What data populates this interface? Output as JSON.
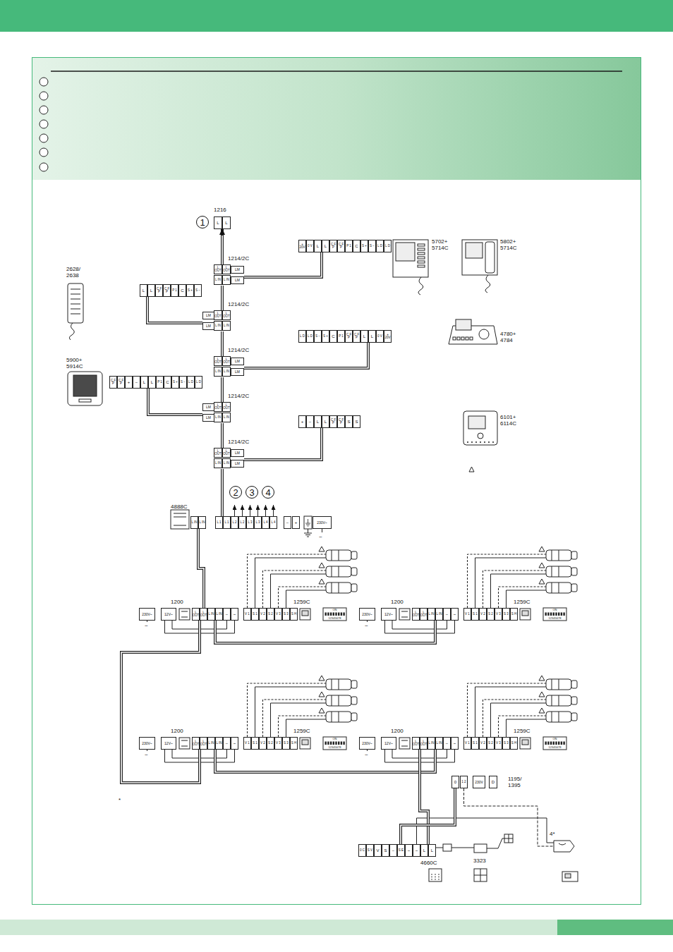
{
  "diagram": {
    "nodes": [
      {
        "text": [
          "1"
        ]
      },
      {
        "text": [
          "1216",
          "L",
          "L"
        ]
      },
      {
        "text": [
          "1214/2C",
          "L OUT",
          "L OUT",
          "L IN",
          "L IN",
          "LM",
          "LM"
        ]
      },
      {
        "text": [
          "+ 20V",
          "0 V",
          "L",
          "L",
          "C F P",
          "C F P",
          "P 1",
          "C",
          "S +",
          "S −",
          "L D",
          "L D"
        ]
      },
      {
        "text": [
          "1214/2C",
          "L OUT",
          "L OUT",
          "L IN",
          "L IN",
          "LM",
          "LM"
        ]
      },
      {
        "text": [
          "L",
          "L",
          "C F P",
          "C F P",
          "P 1",
          "C",
          "S +",
          "S −"
        ]
      },
      {
        "text": [
          "1214/2C",
          "L OUT",
          "L OUT",
          "L IN",
          "L IN",
          "LM",
          "LM"
        ]
      },
      {
        "text": [
          "L D",
          "L D",
          "S −",
          "S +",
          "C",
          "P 1",
          "C F P",
          "C F P",
          "L",
          "L",
          "0 V",
          "+ 20V"
        ]
      },
      {
        "text": [
          "1214/2C",
          "L OUT",
          "L OUT",
          "L IN",
          "L IN",
          "LM",
          "LM"
        ]
      },
      {
        "text": [
          "C F P",
          "C F P",
          "+",
          "−",
          "L",
          "L",
          "P 1",
          "C",
          "S +",
          "S −",
          "L D",
          "L D"
        ]
      },
      {
        "text": [
          "1214/2C",
          "L OUT",
          "L OUT",
          "L IN",
          "L IN",
          "LM",
          "LM"
        ]
      },
      {
        "text": [
          "+",
          "−",
          "L",
          "L",
          "C F P",
          "C F P",
          "S",
          "S"
        ]
      },
      {
        "text": [
          "2"
        ]
      },
      {
        "text": [
          "3"
        ]
      },
      {
        "text": [
          "4"
        ]
      },
      {
        "text": [
          "4888C",
          "L IN",
          "L IN",
          "L 1",
          "L 1",
          "L 2",
          "L 2",
          "L 3",
          "L 3",
          "L 4",
          "L 4",
          "−",
          "+",
          "230V~"
        ]
      },
      {
        "text": [
          "1200",
          "230V~",
          "12V~",
          "L OUT",
          "L OUT",
          "L IN",
          "L IN",
          "−",
          "~"
        ]
      },
      {
        "text": [
          "1259C",
          "V 1",
          "S 1",
          "V 2",
          "S 2",
          "V 3",
          "S 3",
          "S H",
          "ON",
          "12345678"
        ]
      },
      {
        "text": [
          "1200",
          "230V~",
          "12V~",
          "L OUT",
          "L OUT",
          "L IN",
          "L IN",
          "−",
          "~"
        ]
      },
      {
        "text": [
          "1259C",
          "V 1",
          "S 1",
          "V 2",
          "S 2",
          "V 3",
          "S 3",
          "S H",
          "ON",
          "12345678"
        ]
      },
      {
        "text": [
          "1200",
          "230V~",
          "12V~",
          "L OUT",
          "L OUT",
          "L IN",
          "L IN",
          "−",
          "~"
        ]
      },
      {
        "text": [
          "1259C",
          "V 1",
          "S 1",
          "V 2",
          "S 2",
          "V 3",
          "S 3",
          "S H",
          "ON",
          "12345678"
        ]
      },
      {
        "text": [
          "1200",
          "230V~",
          "12V~",
          "L OUT",
          "L OUT",
          "L IN",
          "L IN",
          "−",
          "~"
        ]
      },
      {
        "text": [
          "1259C",
          "V 1",
          "S 1",
          "V 2",
          "S 2",
          "V 3",
          "S 3",
          "S H",
          "ON",
          "12345678"
        ]
      },
      {
        "text": [
          "1195/ 1395",
          "0",
          "1 2",
          "230V",
          "D"
        ]
      },
      {
        "text": [
          "4660C",
          "0 C",
          "S V",
          "V",
          "S",
          "−",
          "S E",
          "~",
          "~",
          "L",
          "L"
        ]
      }
    ],
    "edges": [
      {
        "from": 2,
        "to": 1,
        "arrow": "to"
      },
      {
        "from": 4,
        "to": 2,
        "arrow": "none"
      },
      {
        "from": 6,
        "to": 4,
        "arrow": "none"
      },
      {
        "from": 8,
        "to": 6,
        "arrow": "none"
      },
      {
        "from": 10,
        "to": 8,
        "arrow": "none"
      },
      {
        "from": 15,
        "to": 10,
        "arrow": "none"
      },
      {
        "from": 3,
        "to": 2,
        "arrow": "none"
      },
      {
        "from": 5,
        "to": 4,
        "arrow": "none"
      },
      {
        "from": 7,
        "to": 6,
        "arrow": "none"
      },
      {
        "from": 9,
        "to": 8,
        "arrow": "none"
      },
      {
        "from": 11,
        "to": 10,
        "arrow": "none"
      },
      {
        "from": 15,
        "to": 16,
        "arrow": "none"
      },
      {
        "from": 16,
        "to": 18,
        "arrow": "none"
      },
      {
        "from": 16,
        "to": 20,
        "arrow": "none"
      },
      {
        "from": 20,
        "to": 22,
        "arrow": "none"
      },
      {
        "from": 22,
        "to": 25,
        "arrow": "none"
      },
      {
        "from": 24,
        "to": 25,
        "arrow": "none"
      }
    ],
    "labels": [
      "2628/ 2638",
      "5702+ 5714C",
      "5802+ 5714C",
      "4780+ 4784",
      "5900+ 5914C",
      "6101+ 6114C",
      "~",
      "~",
      "~",
      "~",
      "~",
      "*",
      "4*",
      "3323"
    ]
  }
}
